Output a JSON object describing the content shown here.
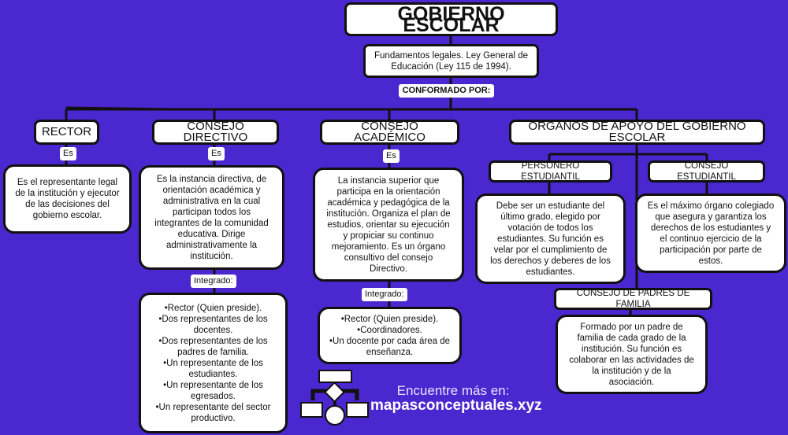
{
  "title": "GOBIERNO ESCOLAR",
  "fundamentos": "Fundamentos legales. Ley General de Educación (Ley 115 de 1994).",
  "conformado": "CONFORMADO POR:",
  "rector": {
    "title": "RECTOR",
    "link": "Es",
    "desc": "Es el representante legal de la institución y ejecutor de las decisiones del gobierno escolar."
  },
  "directivo": {
    "title": "CONSEJO DIRECTIVO",
    "link": "Es",
    "desc": "Es la instancia directiva, de orientación académica y administrativa en la cual participan todos los integrantes de la comunidad educativa. Dirige administrativamente la institución.",
    "link2": "Integrado:",
    "members": "•Rector (Quien preside).\n•Dos representantes de  los docentes.\n•Dos representantes de los padres de familia.\n•Un representante de los estudiantes.\n•Un representante de los egresados.\n•Un representante del sector productivo."
  },
  "academico": {
    "title": "CONSEJO ACADÉMICO",
    "link": "Es",
    "desc": "La instancia superior que participa en la orientación académica y pedagógica de la institución. Organiza el plan de estudios, orientar su ejecución y propiciar su continuo mejoramiento. Es un órgano consultivo del consejo Directivo.",
    "link2": "Integrado:",
    "members": "•Rector (Quien  preside).\n•Coordinadores.\n•Un docente por cada área de  enseñanza."
  },
  "organos": {
    "title": "ÓRGANOS DE APOYO DEL GOBIERNO ESCOLAR",
    "personero": {
      "title": "PERSONERO ESTUDIANTIL",
      "desc": "Debe ser un estudiante del último grado, elegido por votación de todos los estudiantes. Su función es velar por el cumplimiento de los derechos y deberes de los estudiantes."
    },
    "consejo_estudiantil": {
      "title": "CONSEJO ESTUDIANTIL",
      "desc": "Es el máximo órgano colegiado que asegura y garantiza los derechos de los estudiantes y el continuo ejercicio de la participación por parte de estos."
    },
    "padres": {
      "title": "CONSEJO DE PADRES DE FAMILIA",
      "desc": "Formado por un padre de familia de cada grado de la institución. Su función es colaborar en las actividades de la institución y de la asociación."
    }
  },
  "promo": {
    "line1": "Encuentre más en:",
    "line2": "mapasconceptuales.xyz"
  },
  "colors": {
    "background": "#4b27cf",
    "box": "#ffffff",
    "border": "#111111"
  }
}
